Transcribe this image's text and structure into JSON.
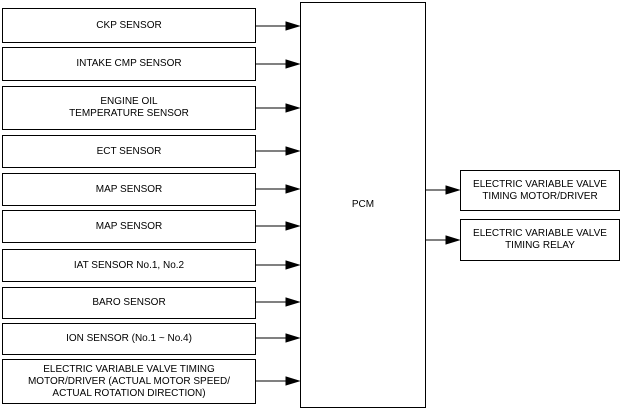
{
  "inputs": [
    {
      "label": "CKP SENSOR"
    },
    {
      "label": "INTAKE CMP SENSOR"
    },
    {
      "label": "ENGINE OIL\nTEMPERATURE SENSOR"
    },
    {
      "label": "ECT SENSOR"
    },
    {
      "label": "MAP SENSOR"
    },
    {
      "label": "MAP SENSOR"
    },
    {
      "label": "IAT SENSOR No.1, No.2"
    },
    {
      "label": "BARO SENSOR"
    },
    {
      "label": "ION SENSOR (No.1 ~ No.4)"
    },
    {
      "label": "ELECTRIC VARIABLE VALVE TIMING\nMOTOR/DRIVER (ACTUAL MOTOR SPEED/\nACTUAL ROTATION DIRECTION)"
    }
  ],
  "pcm": {
    "label": "PCM"
  },
  "outputs": [
    {
      "label": "ELECTRIC VARIABLE VALVE\nTIMING MOTOR/DRIVER"
    },
    {
      "label": "ELECTRIC VARIABLE VALVE\nTIMING RELAY"
    }
  ]
}
